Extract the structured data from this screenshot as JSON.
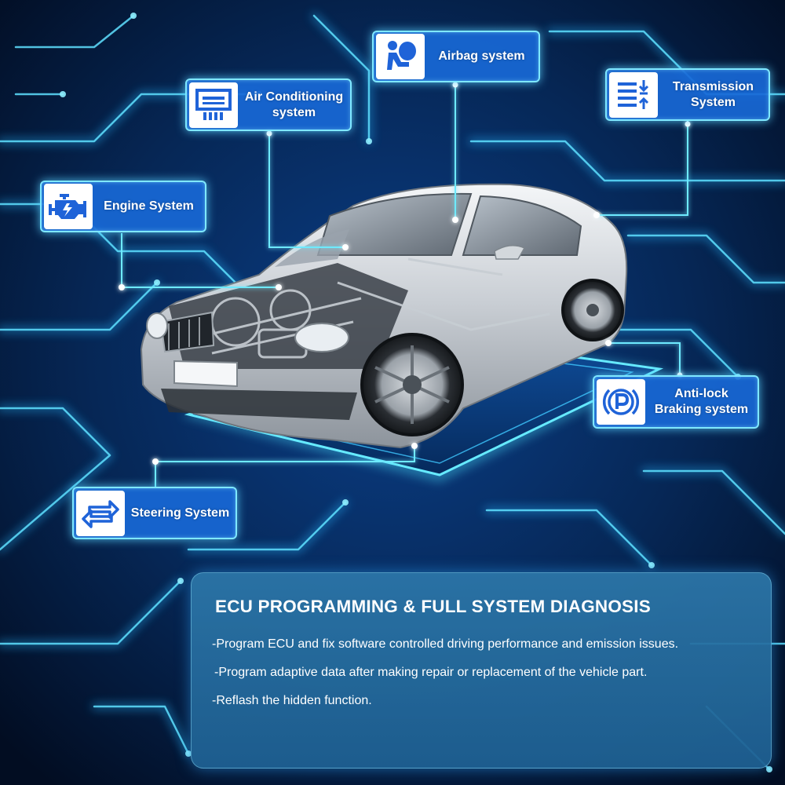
{
  "labels": {
    "airbag": "Airbag system",
    "air_conditioning": "Air Conditioning system",
    "transmission": "Transmission System",
    "engine": "Engine System",
    "abs": "Anti-lock Braking system",
    "steering": "Steering System"
  },
  "icons": {
    "airbag": "airbag-person-icon",
    "air_conditioning": "air-conditioner-icon",
    "transmission": "transmission-gear-lines-icon",
    "engine": "engine-check-icon",
    "abs": "parking-brake-p-icon",
    "steering": "swap-arrows-icon"
  },
  "panel": {
    "title": "ECU PROGRAMMING & FULL SYSTEM DIAGNOSIS",
    "lines": [
      "-Program ECU and fix software controlled driving performance and emission issues.",
      "-Program adaptive data after making repair or replacement of the vehicle part.",
      "-Reflash the hidden function."
    ]
  },
  "colors": {
    "background": "#03142e",
    "circuit_glow": "#28b8ff",
    "label_fill": "#1868d6",
    "label_border": "#7fe8ff",
    "icon_blue": "#1f63d8",
    "panel_fill": "#2c76a8"
  }
}
